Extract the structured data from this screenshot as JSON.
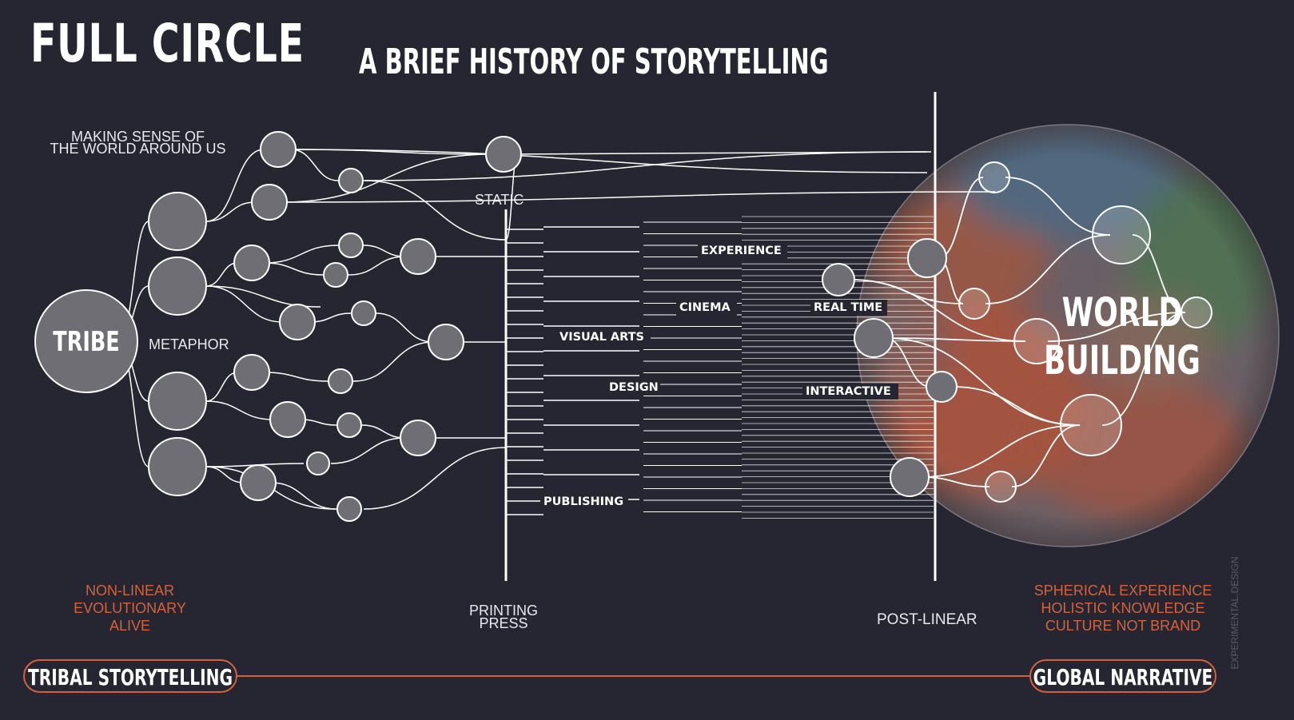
{
  "title": {
    "main": "FULL CIRCLE",
    "subtitle": "A BRIEF HISTORY OF STORYTELLING"
  },
  "nodes": {
    "tribe": "TRIBE",
    "metaphor": "METAPHOR",
    "making_sense": [
      "MAKING SENSE OF",
      "THE WORLD AROUND US"
    ],
    "static": "STATIC",
    "experience": "EXPERIENCE",
    "cinema": "CINEMA",
    "visual_arts": "VISUAL ARTS",
    "design": "DESIGN",
    "publishing": "PUBLISHING",
    "real_time": "REAL TIME",
    "interactive": "INTERACTIVE",
    "world_building": [
      "WORLD",
      "BUILDING"
    ]
  },
  "bottom": {
    "left_traits": [
      "NON-LINEAR",
      "EVOLUTIONARY",
      "ALIVE"
    ],
    "printing_press": [
      "PRINTING",
      "PRESS"
    ],
    "post_linear": "POST-LINEAR",
    "right_traits": [
      "SPHERICAL EXPERIENCE",
      "HOLISTIC KNOWLEDGE",
      "CULTURE NOT BRAND"
    ],
    "left_pill": "TRIBAL STORYTELLING",
    "right_pill": "GLOBAL NARRATIVE"
  },
  "watermark": "EXPERIMENTAL.DESIGN",
  "colors": {
    "background": "#252631",
    "accent": "#d4623c",
    "node_fill": "#6f6e75",
    "line": "#ffffff"
  }
}
